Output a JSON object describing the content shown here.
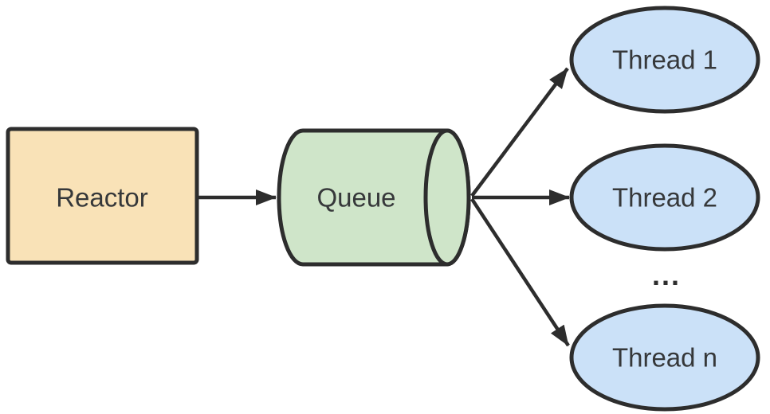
{
  "diagram": {
    "background": "#FFFFFF",
    "stroke_color": "#2D2D2D",
    "label_color": "#36383A"
  },
  "nodes": {
    "reactor": {
      "label": "Reactor",
      "shape": "rounded-rectangle",
      "fill": "#F9E2B7"
    },
    "queue": {
      "label": "Queue",
      "shape": "horizontal-cylinder",
      "fill": "#CFE5C9"
    },
    "threads": [
      {
        "label": "Thread 1",
        "shape": "ellipse",
        "fill": "#CBE1F8"
      },
      {
        "label": "Thread 2",
        "shape": "ellipse",
        "fill": "#CBE1F8"
      },
      {
        "label": "Thread n",
        "shape": "ellipse",
        "fill": "#CBE1F8"
      }
    ],
    "ellipsis_label": "..."
  },
  "edges": [
    {
      "from": "Reactor",
      "to": "Queue",
      "style": "solid-arrow"
    },
    {
      "from": "Queue",
      "to": "Thread 1",
      "style": "solid-arrow"
    },
    {
      "from": "Queue",
      "to": "Thread 2",
      "style": "solid-arrow"
    },
    {
      "from": "Queue",
      "to": "Thread n",
      "style": "solid-arrow"
    }
  ]
}
